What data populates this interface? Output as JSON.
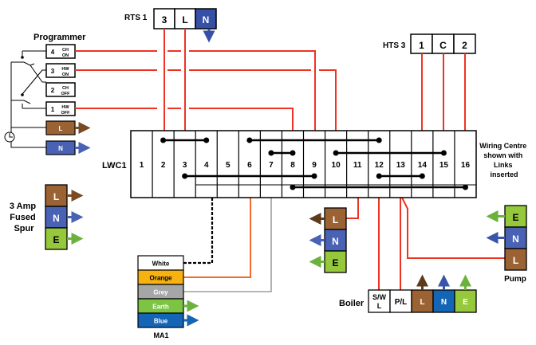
{
  "programmer": {
    "title": "Programmer",
    "terminals": [
      {
        "num": "4",
        "line1": "CH",
        "line2": "ON"
      },
      {
        "num": "3",
        "line1": "HW",
        "line2": "ON"
      },
      {
        "num": "2",
        "line1": "CH",
        "line2": "OFF"
      },
      {
        "num": "1",
        "line1": "HW",
        "line2": "OFF"
      }
    ],
    "supply": [
      {
        "label": "L",
        "color": "#9b6334"
      },
      {
        "label": "N",
        "color": "#4a62b4"
      }
    ]
  },
  "rts1": {
    "title": "RTS 1",
    "terminals": [
      {
        "label": "3",
        "color": "#ffffff",
        "text_color": "#000000"
      },
      {
        "label": "L",
        "color": "#ffffff",
        "text_color": "#000000"
      },
      {
        "label": "N",
        "color": "#3750a7",
        "text_color": "#ffffff"
      }
    ]
  },
  "hts3": {
    "title": "HTS 3",
    "terminals": [
      "1",
      "C",
      "2"
    ]
  },
  "lwc1": {
    "title": "LWC1",
    "terminals": [
      "1",
      "2",
      "3",
      "4",
      "5",
      "6",
      "7",
      "8",
      "9",
      "10",
      "11",
      "12",
      "13",
      "14",
      "15",
      "16"
    ],
    "links": [
      {
        "from": 2,
        "to": 4,
        "row": 0
      },
      {
        "from": 6,
        "to": 12,
        "row": 0
      },
      {
        "from": 7,
        "to": 8,
        "row": 1
      },
      {
        "from": 10,
        "to": 15,
        "row": 1
      },
      {
        "from": 3,
        "to": 9,
        "row": 2
      },
      {
        "from": 12,
        "to": 14,
        "row": 2
      },
      {
        "from": 8,
        "to": 16,
        "row": 3
      }
    ],
    "note": [
      "Wiring Centre",
      "shown with",
      "Links",
      "inserted"
    ]
  },
  "fused_spur": {
    "title": [
      "3 Amp",
      "Fused",
      "Spur"
    ],
    "terminals": [
      {
        "label": "L",
        "color": "#9b6334",
        "text_color": "#ffffff",
        "arrow": "#7a4a24"
      },
      {
        "label": "N",
        "color": "#4a62b4",
        "text_color": "#ffffff",
        "arrow": "#4a62b4"
      },
      {
        "label": "E",
        "color": "#96c83c",
        "text_color": "#000000",
        "arrow": "#6bb23c"
      }
    ]
  },
  "ma1": {
    "title": "MA1",
    "wires": [
      {
        "label": "White",
        "color": "#ffffff",
        "text_color": "#000000"
      },
      {
        "label": "Orange",
        "color": "#f7b212",
        "text_color": "#000000"
      },
      {
        "label": "Grey",
        "color": "#a6a6a6",
        "text_color": "#ffffff"
      },
      {
        "label": "Earth",
        "color": "#7cc442",
        "text_color": "#ffffff"
      },
      {
        "label": "Blue",
        "color": "#1565b6",
        "text_color": "#ffffff"
      }
    ]
  },
  "lne_block": {
    "terminals": [
      {
        "label": "L",
        "color": "#9b6334",
        "text_color": "#ffffff",
        "arrow": "#5b3a1e"
      },
      {
        "label": "N",
        "color": "#4a62b4",
        "text_color": "#ffffff",
        "arrow": "#4a62b4"
      },
      {
        "label": "E",
        "color": "#96c83c",
        "text_color": "#000000",
        "arrow": "#6bb23c"
      }
    ]
  },
  "boiler": {
    "title": "Boiler",
    "terminals": [
      {
        "label": "S/W",
        "label2": "L",
        "color": "#ffffff",
        "text_color": "#000000"
      },
      {
        "label": "P/L",
        "label2": "",
        "color": "#ffffff",
        "text_color": "#000000"
      },
      {
        "label": "L",
        "label2": "",
        "color": "#9b6334",
        "text_color": "#ffffff",
        "arrow": "#5b3a1e"
      },
      {
        "label": "N",
        "label2": "",
        "color": "#1565b6",
        "text_color": "#ffffff",
        "arrow": "#3a55a8"
      },
      {
        "label": "E",
        "label2": "",
        "color": "#96c83c",
        "text_color": "#ffffff",
        "arrow": "#6bb23c"
      }
    ]
  },
  "pump": {
    "title": "Pump",
    "terminals": [
      {
        "label": "E",
        "color": "#96c83c",
        "text_color": "#000000",
        "arrow": "#6bb23c"
      },
      {
        "label": "N",
        "color": "#4a62b4",
        "text_color": "#ffffff",
        "arrow": "#3a55a8"
      },
      {
        "label": "L",
        "color": "#9b6334",
        "text_color": "#ffffff"
      }
    ]
  },
  "colors": {
    "live_wire": "#ee3224",
    "orange_wire": "#f26a2e",
    "grey_wire": "#9e9e9e",
    "link": "#000000"
  }
}
